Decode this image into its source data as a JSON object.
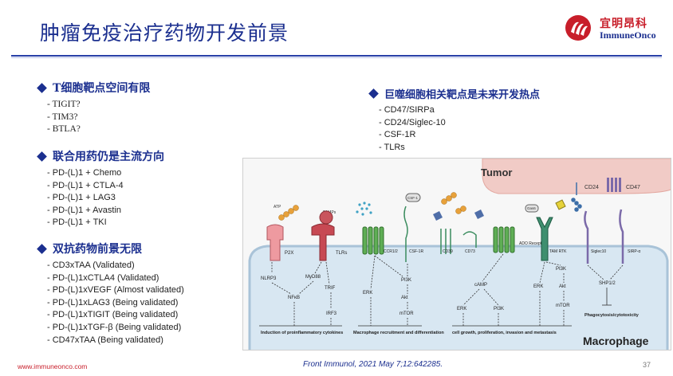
{
  "slide": {
    "title": "肿瘤免疫治疗药物开发前景",
    "page_number": "37",
    "footer_url": "www.immuneonco.com",
    "citation": "Front Immunol, 2021 May 7;12:642285."
  },
  "logo": {
    "name_cn": "宜明昂科",
    "name_en": "ImmuneOnco",
    "color_red": "#c81e2a",
    "color_blue": "#1b2f8f"
  },
  "sections": [
    {
      "heading": "T细胞靶点空间有限",
      "items": [
        "TIGIT?",
        "TIM3?",
        "BTLA?"
      ]
    },
    {
      "heading": "联合用药仍是主流方向",
      "items": [
        "PD-(L)1 + Chemo",
        "PD-(L)1 + CTLA-4",
        "PD-(L)1 + LAG3",
        "PD-(L)1 + Avastin",
        "PD-(L)1 + TKI"
      ]
    },
    {
      "heading": "双抗药物前景无限",
      "items": [
        "CD3xTAA (Validated)",
        "PD-(L)1xCTLA4 (Validated)",
        "PD-(L)1xVEGF (Almost validated)",
        "PD-(L)1xLAG3 (Being validated)",
        "PD-(L)1xTIGIT (Being validated)",
        "PD-(L)1xTGF-β (Being validated)",
        "CD47xTAA (Being validated)"
      ]
    },
    {
      "heading": "巨噬细胞相关靶点是未来开发热点",
      "items": [
        "CD47/SIRPa",
        "CD24/Siglec-10",
        "CSF-1R",
        "TLRs"
      ]
    }
  ],
  "figure": {
    "tumor_label": "Tumor",
    "macrophage_label": "Macrophage",
    "ligands": [
      "ATP",
      "PAMPs",
      "CSF-1",
      "Gas6",
      "CD24",
      "CD47"
    ],
    "receptors": [
      "P2X",
      "TLRs",
      "CCR1/2",
      "CSF-1R",
      "CD39",
      "CD73",
      "ADO Receptor",
      "TAM RTK",
      "Siglec10",
      "SIRP-α"
    ],
    "mediators": [
      "NLRP3",
      "MyD88",
      "NFκB",
      "TRIF",
      "IRF3",
      "ERK",
      "PI3K",
      "Akt",
      "mTOR",
      "cAMP",
      "ERK",
      "PI3K",
      "ERK",
      "PI3K",
      "Akt",
      "mTOR",
      "SHP1/2"
    ],
    "outcomes": [
      "Induction of proinflammatory cytokines",
      "Macrophage recruitment and differentiation",
      "cell growth, proliferation, invasion and metastasis",
      "Phagocytosis/cytotoxicity"
    ]
  }
}
